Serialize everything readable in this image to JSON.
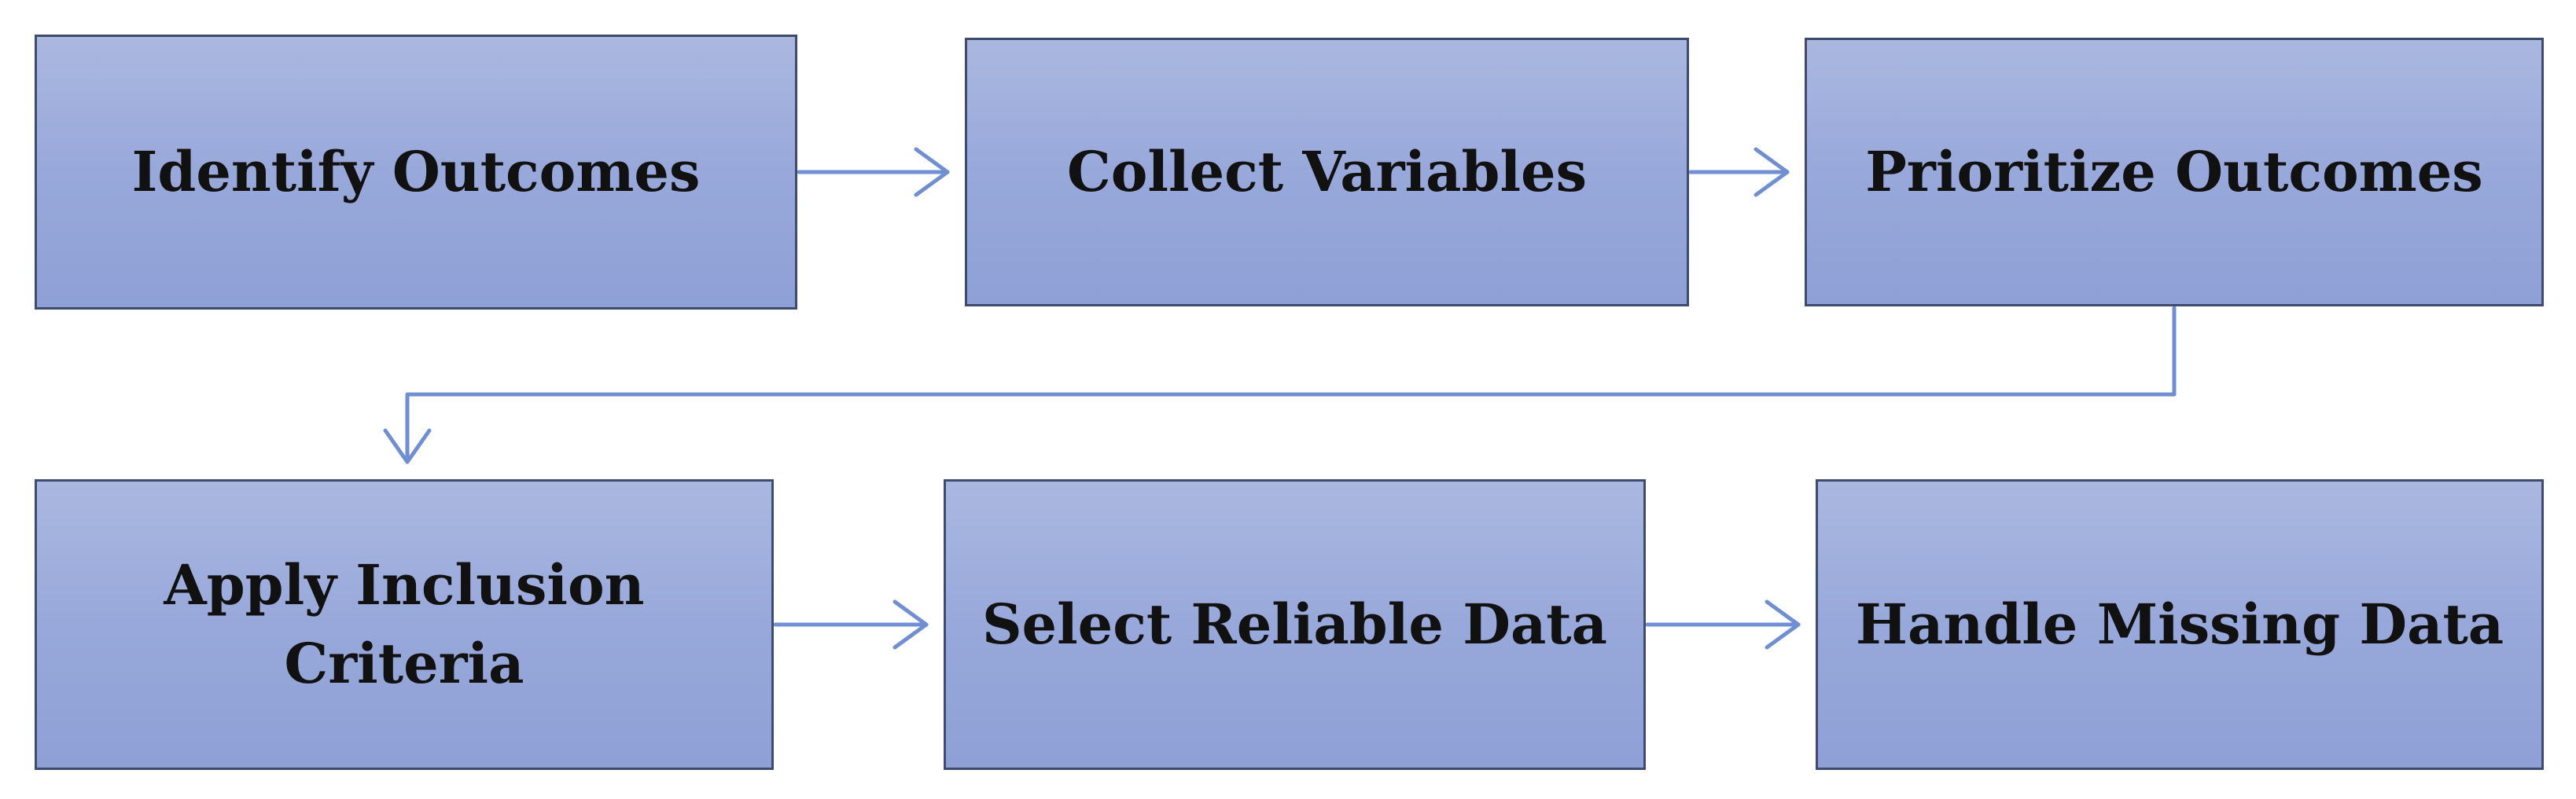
{
  "colors": {
    "box_fill_top": "#aab8e0",
    "box_fill_bottom": "#8ea0d6",
    "box_border": "#3f4b6e",
    "connector": "#6f8fd2",
    "text": "#111111"
  },
  "steps": [
    {
      "id": "identify",
      "label": "Identify Outcomes"
    },
    {
      "id": "collect",
      "label": "Collect Variables"
    },
    {
      "id": "prioritize",
      "label": "Prioritize Outcomes"
    },
    {
      "id": "apply",
      "label": "Apply Inclusion\nCriteria"
    },
    {
      "id": "select",
      "label": "Select Reliable Data"
    },
    {
      "id": "handle",
      "label": "Handle Missing Data"
    }
  ],
  "connectors": [
    {
      "from": "identify",
      "to": "collect"
    },
    {
      "from": "collect",
      "to": "prioritize"
    },
    {
      "from": "prioritize",
      "to": "apply"
    },
    {
      "from": "apply",
      "to": "select"
    },
    {
      "from": "select",
      "to": "handle"
    }
  ]
}
